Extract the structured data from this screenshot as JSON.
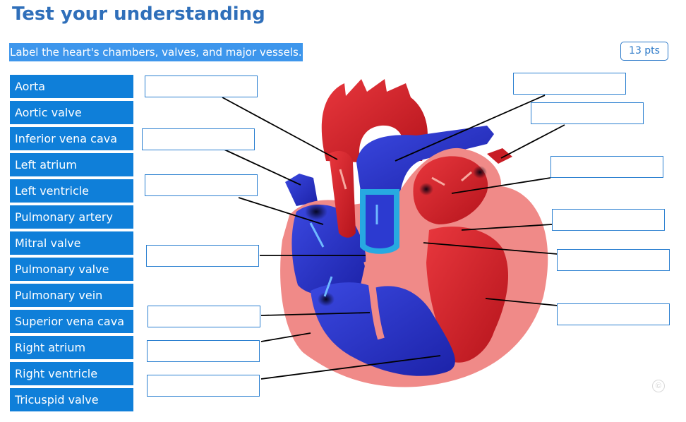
{
  "title": "Test your understanding",
  "instruction": "Label the heart's chambers, valves, and major vessels.",
  "points": "13 pts",
  "labels": [
    "Aorta",
    "Aortic valve",
    "Inferior vena cava",
    "Left atrium",
    "Left ventricle",
    "Pulmonary artery",
    "Mitral valve",
    "Pulmonary valve",
    "Pulmonary vein",
    "Superior vena cava",
    "Right atrium",
    "Right ventricle",
    "Tricuspid valve"
  ],
  "copyright_symbol": "©",
  "colors": {
    "title": "#2f6fba",
    "instruction_bg": "#3d96ec",
    "label_bg": "#0f7fd9",
    "drop_border": "#2a7fd0",
    "oxygenated": "#d9262e",
    "deoxygenated": "#2b36c9",
    "heart_wall": "#f08a88"
  }
}
